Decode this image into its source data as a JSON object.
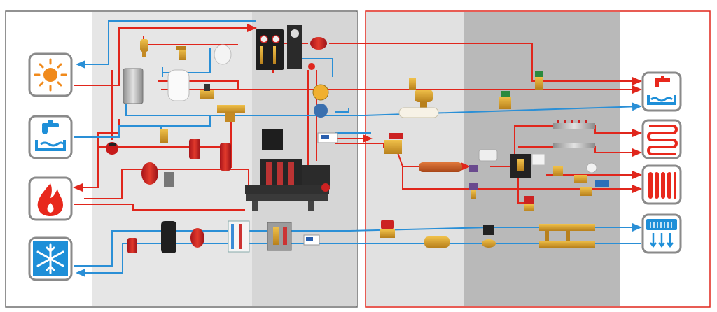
{
  "colors": {
    "hot_line": "#e0261c",
    "cold_line": "#2a8fd6",
    "icon_orange": "#f08a1c",
    "icon_blue": "#1e8fd8",
    "icon_red": "#e8281c",
    "icon_border": "#8a8a8a",
    "left_panel_border": "#6f6f6f",
    "right_panel_border": "#e0261c",
    "band_light": "#e6e6e6",
    "band_mid": "#cfcfcf",
    "band_dark": "#b9b9b9"
  },
  "left_icons": [
    "sun-icon",
    "water-tap-icon",
    "flame-icon",
    "snowflake-icon"
  ],
  "right_icons": [
    "water-tap-icon",
    "floor-heating-icon",
    "radiator-icon",
    "cooling-unit-icon"
  ],
  "components": [
    "solar-station",
    "expansion-vessel",
    "storage-tank",
    "water-heater",
    "air-vent",
    "safety-valve",
    "thermostatic-mixer",
    "filter",
    "hydraulic-separator",
    "pump-group",
    "manifold",
    "zone-valve",
    "balancing-valve",
    "water-meter",
    "heat-meter",
    "radiator-valve",
    "floor-manifold",
    "buffer-tank",
    "cooling-station",
    "actuator"
  ]
}
